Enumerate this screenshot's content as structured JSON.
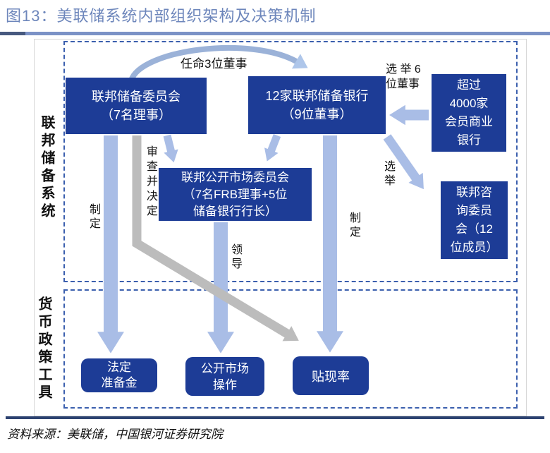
{
  "title": "图13：美联储系统内部组织架构及决策机制",
  "source": "资料来源：美联储，中国银河证券研究院",
  "sections": {
    "system": "联邦储备系统",
    "tools": "货币政策工具"
  },
  "boxes": {
    "board": "联邦储备委员会\n（7名理事）",
    "banks": "12家联邦储备银行\n（9位董事）",
    "member_banks": "超过\n4000家\n会员商业\n银行",
    "fomc": "联邦公开市场委员会\n（7名FRB理事+5位\n储备银行行长）",
    "advisory": "联邦咨\n询委员\n会（12\n位成员）",
    "reserve_requirement": "法定\n准备金",
    "open_market": "公开市场\n操作",
    "discount_rate": "贴现率"
  },
  "labels": {
    "appoint": "任命3位董事",
    "elect_six": "选 举 6\n位董事",
    "review_decide": "审查并决定",
    "enact_board": "制定",
    "lead": "领导",
    "enact_banks": "制定",
    "elect": "选举"
  },
  "colors": {
    "box_blue": "#1d3c96",
    "arrow_blue": "#a9bde6",
    "arrow_gray": "#bcbcbc",
    "dashed_border": "#3b5fae",
    "title_blue": "#6d86bb",
    "bottom_rule": "#2c4270"
  }
}
